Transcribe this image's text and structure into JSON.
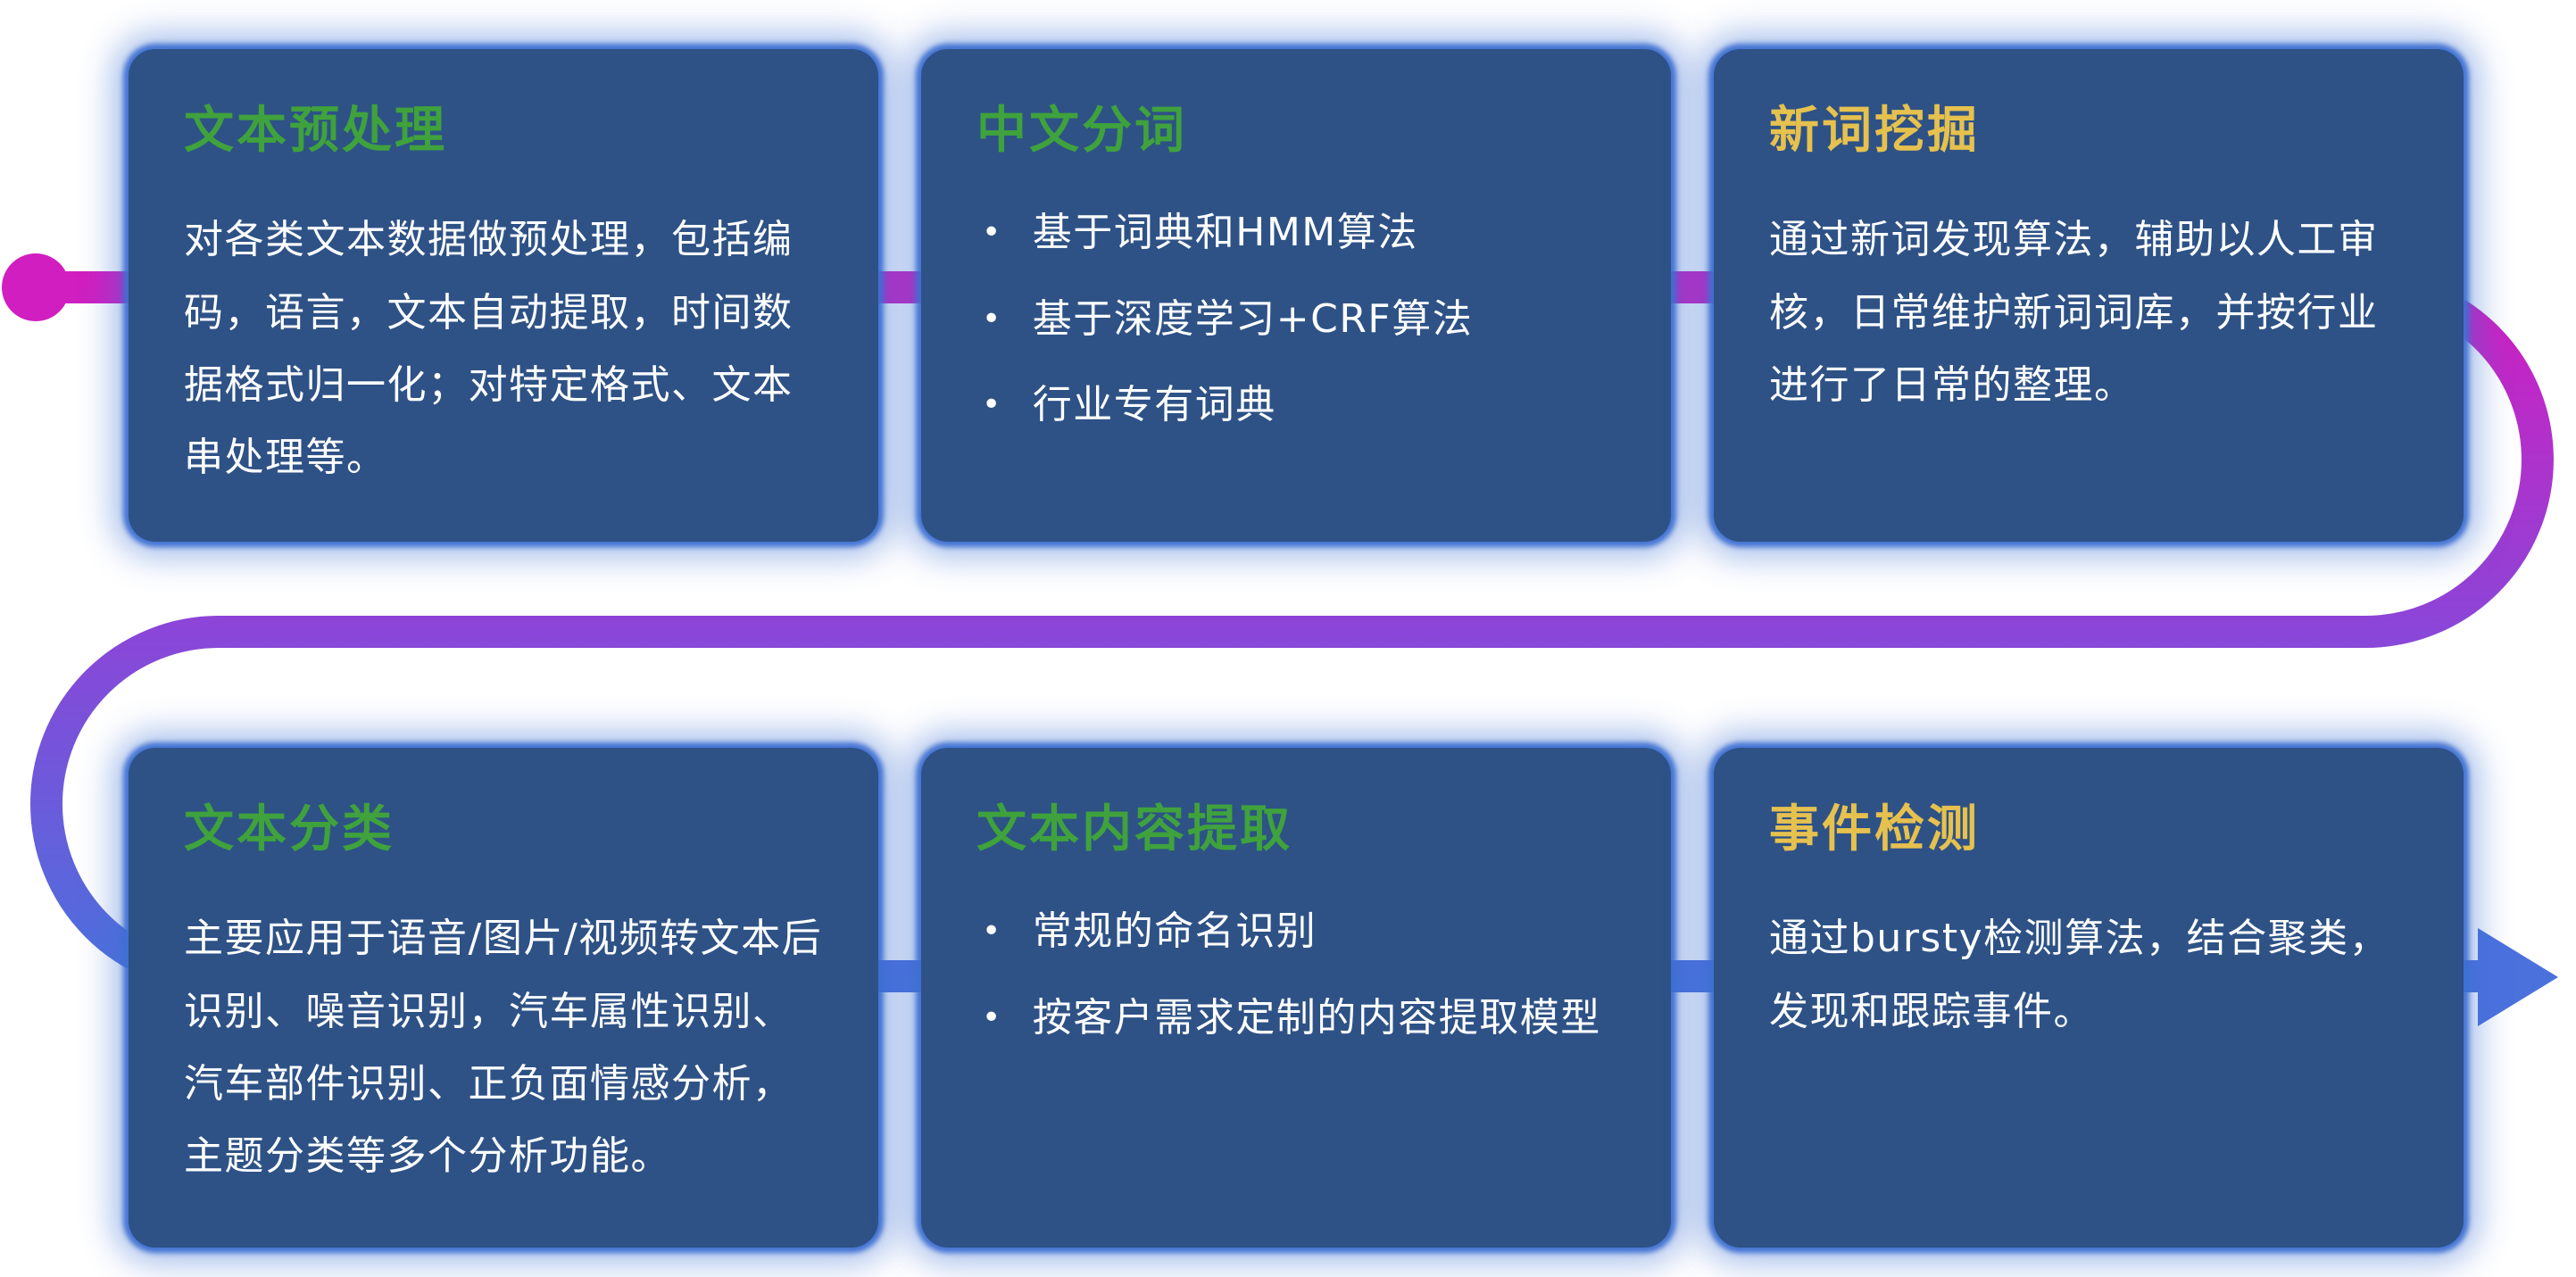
{
  "colors": {
    "card_bg": "#2e5286",
    "card_glow": "#3d6ecf",
    "title_green": "#3fa23c",
    "title_yellow": "#e6c14e",
    "body_text": "#ffffff",
    "path_magenta": "#d11ec0",
    "path_purple": "#8a46d8",
    "path_blue": "#4b71dd"
  },
  "flow": {
    "start_marker": "dot",
    "end_marker": "arrow-right",
    "order": [
      "text-preprocessing",
      "chinese-word-segmentation",
      "new-word-mining",
      "text-classification",
      "text-content-extraction",
      "event-detection"
    ]
  },
  "cards": [
    {
      "id": "text-preprocessing",
      "title": "文本预处理",
      "title_color": "green",
      "body": "对各类文本数据做预处理，包括编码，语言，文本自动提取，时间数据格式归一化；对特定格式、文本串处理等。",
      "bullets": null
    },
    {
      "id": "chinese-word-segmentation",
      "title": "中文分词",
      "title_color": "green",
      "body": null,
      "bullets": [
        "基于词典和HMM算法",
        "基于深度学习+CRF算法",
        "行业专有词典"
      ]
    },
    {
      "id": "new-word-mining",
      "title": "新词挖掘",
      "title_color": "yellow",
      "body": "通过新词发现算法，辅助以人工审核，日常维护新词词库，并按行业进行了日常的整理。",
      "bullets": null
    },
    {
      "id": "text-classification",
      "title": "文本分类",
      "title_color": "green",
      "body": "主要应用于语音/图片/视频转文本后识别、噪音识别，汽车属性识别、汽车部件识别、正负面情感分析，主题分类等多个分析功能。",
      "bullets": null
    },
    {
      "id": "text-content-extraction",
      "title": "文本内容提取",
      "title_color": "green",
      "body": null,
      "bullets": [
        "常规的命名识别",
        "按客户需求定制的内容提取模型"
      ]
    },
    {
      "id": "event-detection",
      "title": "事件检测",
      "title_color": "yellow",
      "body": "通过bursty检测算法，结合聚类，发现和跟踪事件。",
      "bullets": null
    }
  ],
  "bullet_glyph": "•"
}
